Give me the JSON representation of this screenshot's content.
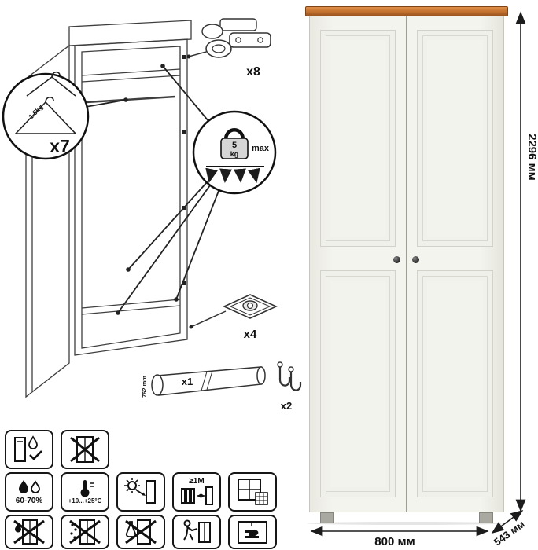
{
  "assembly": {
    "hangers": {
      "count": "x7",
      "capacity": "1.5kg"
    },
    "load": {
      "value": "5",
      "unit": "kg",
      "max_label": "max"
    },
    "hinges": {
      "count": "x8"
    },
    "feet": {
      "count": "x4"
    },
    "rail": {
      "count": "x1",
      "length": "762 mm"
    },
    "hooks": {
      "count": "x2"
    }
  },
  "dimensions": {
    "height": "2296 мм",
    "width": "800 мм",
    "depth": "543 мм"
  },
  "care": {
    "humidity": "60-70%",
    "temperature": "+10...+25°C",
    "distance": "≥1M"
  },
  "colors": {
    "top_trim": "#c1702e",
    "body": "#f3f3ed",
    "knob": "#2c2c2c"
  }
}
